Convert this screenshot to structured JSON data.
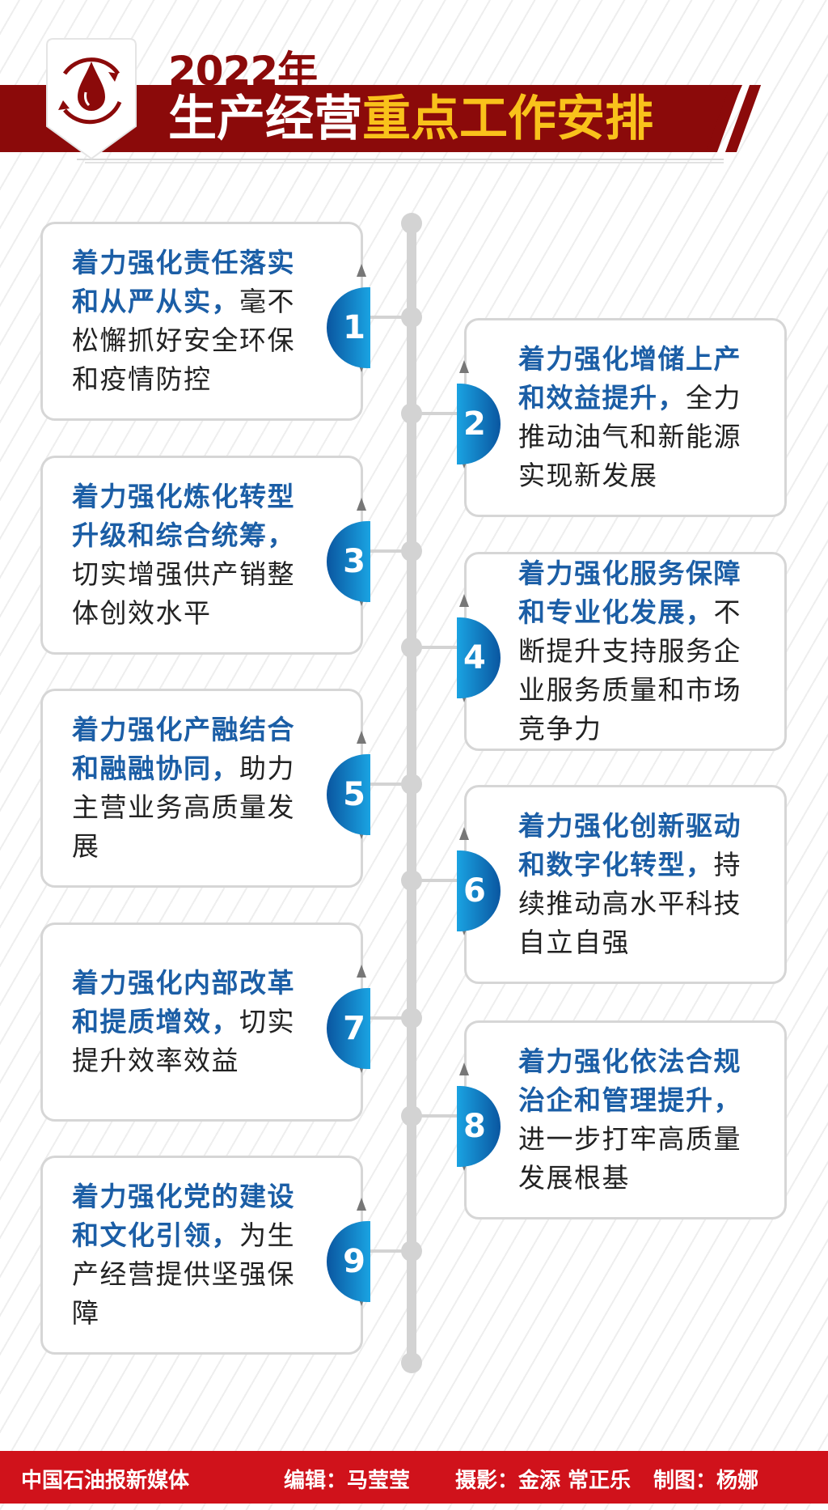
{
  "header": {
    "year": "2022年",
    "title_white": "生产经营",
    "title_yellow": "重点工作安排",
    "logo_icon": "oil-drop-cycle-icon"
  },
  "colors": {
    "brand_red": "#8b0a0a",
    "accent_yellow": "#f9c21b",
    "blue": "#1b5ea6",
    "footer_red": "#d0121b"
  },
  "items": [
    {
      "num": "1",
      "bold": "着力强化责任落实和从严从实，",
      "text": "毫不松懈抓好安全环保和疫情防控"
    },
    {
      "num": "2",
      "bold": "着力强化增储上产和效益提升，",
      "text": "全力推动油气和新能源实现新发展"
    },
    {
      "num": "3",
      "bold": "着力强化炼化转型升级和综合统筹，",
      "text": "切实增强供产销整体创效水平"
    },
    {
      "num": "4",
      "bold": "着力强化服务保障和专业化发展，",
      "text": "不断提升支持服务企业服务质量和市场竞争力"
    },
    {
      "num": "5",
      "bold": "着力强化产融结合和融融协同，",
      "text": "助力主营业务高质量发展"
    },
    {
      "num": "6",
      "bold": "着力强化创新驱动和数字化转型，",
      "text": "持续推动高水平科技自立自强"
    },
    {
      "num": "7",
      "bold": "着力强化内部改革和提质增效，",
      "text": "切实提升效率效益"
    },
    {
      "num": "8",
      "bold": "着力强化依法合规治企和管理提升，",
      "text": "进一步打牢高质量发展根基"
    },
    {
      "num": "9",
      "bold": "着力强化党的建设和文化引领，",
      "text": "为生产经营提供坚强保障"
    }
  ],
  "footer": {
    "source": "中国石油报新媒体",
    "editor": "编辑：马莹莹",
    "photo": "摄影：金添 常正乐",
    "graphic": "制图：杨娜"
  }
}
